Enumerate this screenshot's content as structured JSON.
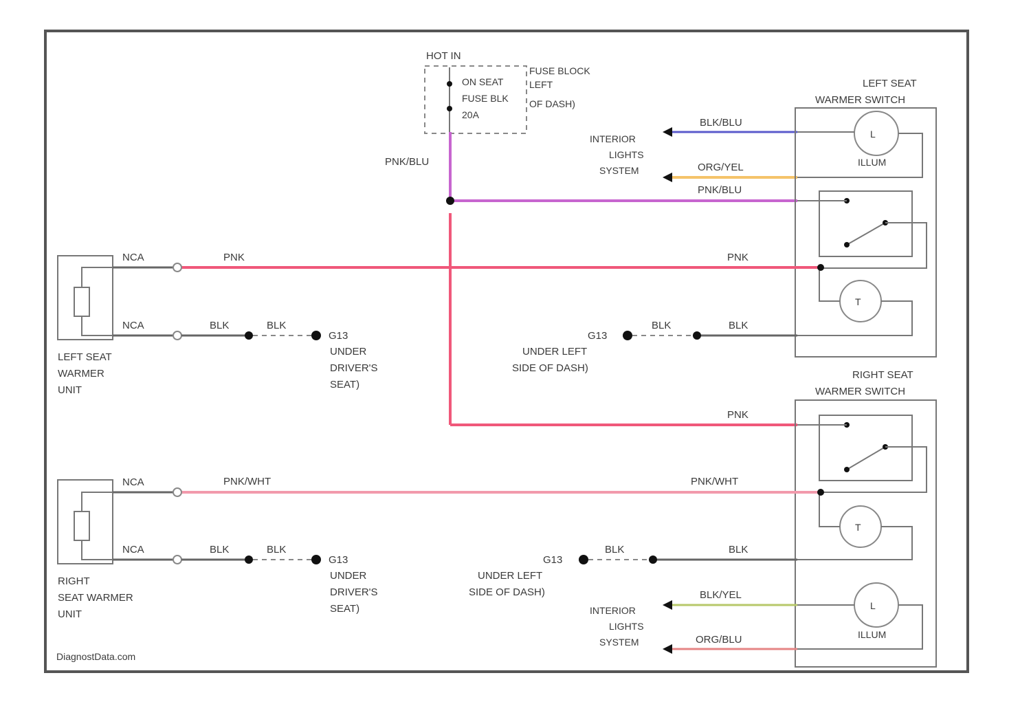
{
  "colors": {
    "pink": "#f0587a",
    "pink_white": "#f29aac",
    "pink_blue": "#c765cf",
    "blue": "#5a5acb",
    "orange_yellow": "#f5c36a",
    "green_yellow": "#b7c86a",
    "orange_blue": "#e58585",
    "gray": "#666666"
  },
  "fuse": {
    "hot_label": "HOT IN",
    "line1": "ON SEAT",
    "line2": "FUSE BLK",
    "line3": "20A",
    "block_label": "FUSE BLOCK",
    "block_label2": "LEFT",
    "block_label3": "OF DASH)"
  },
  "wires": {
    "pnk_blu": "PNK/BLU",
    "blk_blu": "BLK/BLU",
    "org_yel": "ORG/YEL",
    "pnk": "PNK",
    "nca": "NCA",
    "blk": "BLK",
    "pnk_wht": "PNK/WHT",
    "blk_yel": "BLK/YEL",
    "org_blu": "ORG/BLU"
  },
  "left_switch": {
    "title1": "LEFT SEAT",
    "title2": "WARMER SWITCH",
    "lamp_label": "ILLUM"
  },
  "right_switch": {
    "title1": "RIGHT SEAT",
    "title2": "WARMER SWITCH",
    "lamp_label": "ILLUM"
  },
  "interior": {
    "line1": "INTERIOR",
    "line2": "LIGHTS",
    "line3": "SYSTEM"
  },
  "left_unit": {
    "line1": "LEFT SEAT",
    "line2": "WARMER",
    "line3": "UNIT"
  },
  "right_unit": {
    "line1": "RIGHT",
    "line2": "SEAT WARMER",
    "line3": "UNIT"
  },
  "ground_seat": {
    "id": "G13",
    "line1": "UNDER",
    "line2": "DRIVER'S",
    "line3": "SEAT)"
  },
  "ground_dash": {
    "id": "G13",
    "line1": "UNDER LEFT",
    "line2": "SIDE OF DASH)"
  },
  "watermark": "DiagnostData.com"
}
